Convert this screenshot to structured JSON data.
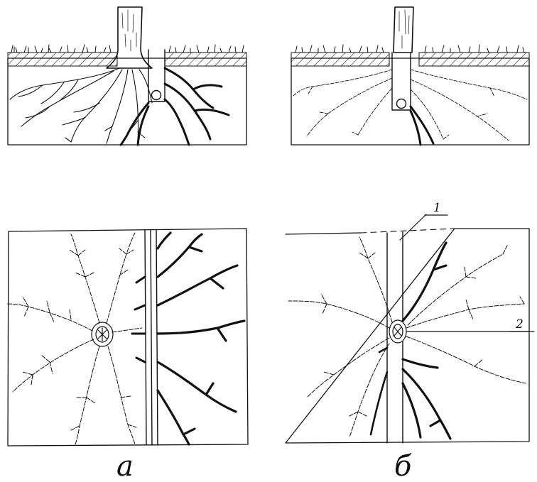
{
  "figure": {
    "captions": {
      "left": "a",
      "right": "б"
    },
    "callouts": [
      {
        "number": "1"
      },
      {
        "number": "2"
      }
    ]
  }
}
